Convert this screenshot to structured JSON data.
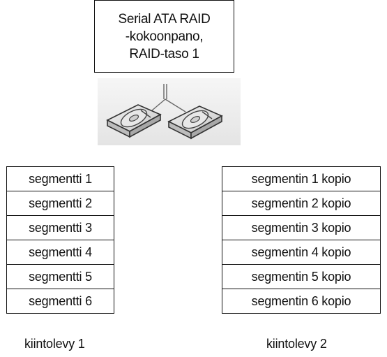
{
  "title_box": {
    "lines": [
      "Serial ATA RAID",
      "-kokoonpano,",
      "RAID-taso 1"
    ]
  },
  "disk1": {
    "segments": [
      "segmentti 1",
      "segmentti 2",
      "segmentti 3",
      "segmentti 4",
      "segmentti 5",
      "segmentti 6"
    ],
    "caption": "kiintolevy 1"
  },
  "disk2": {
    "segments": [
      "segmentin 1 kopio",
      "segmentin 2 kopio",
      "segmentin 3 kopio",
      "segmentin 4 kopio",
      "segmentin 5 kopio",
      "segmentin 6 kopio"
    ],
    "caption": "kiintolevy 2"
  },
  "icons": [
    "hard-drive-icon",
    "hard-drive-icon"
  ]
}
